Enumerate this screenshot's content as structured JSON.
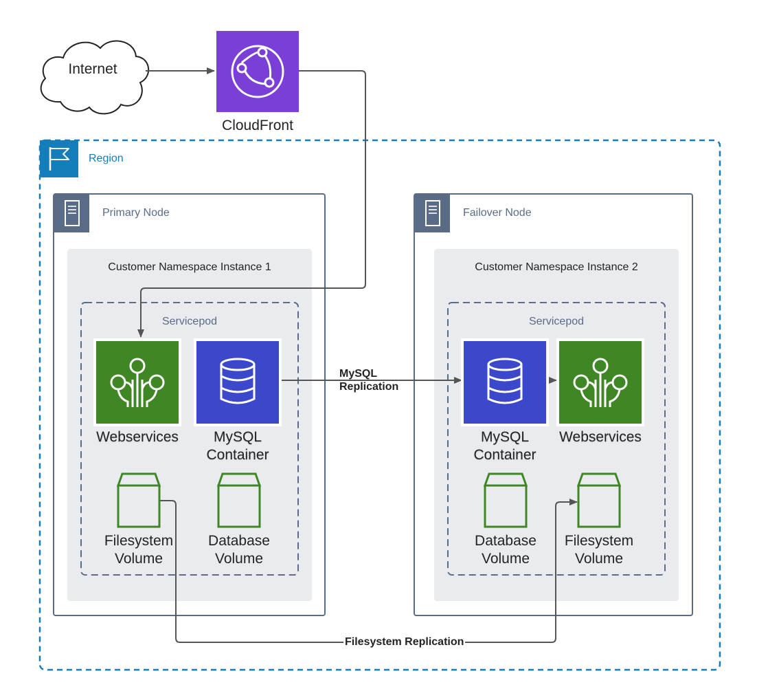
{
  "internet": {
    "label": "Internet"
  },
  "cloudfront": {
    "label": "CloudFront",
    "color": "#7a3fd6"
  },
  "region": {
    "label": "Region",
    "color": "#147eba"
  },
  "primary_node": {
    "label": "Primary Node",
    "namespace": "Customer Namespace Instance 1",
    "servicepod": "Servicepod",
    "webservices": "Webservices",
    "mysql_line1": "MySQL",
    "mysql_line2": "Container",
    "fs_line1": "Filesystem",
    "fs_line2": "Volume",
    "db_line1": "Database",
    "db_line2": "Volume"
  },
  "failover_node": {
    "label": "Failover Node",
    "namespace": "Customer Namespace Instance 2",
    "servicepod": "Servicepod",
    "webservices": "Webservices",
    "mysql_line1": "MySQL",
    "mysql_line2": "Container",
    "fs_line1": "Filesystem",
    "fs_line2": "Volume",
    "db_line1": "Database",
    "db_line2": "Volume"
  },
  "mysql_replication": {
    "line1": "MySQL",
    "line2": "Replication"
  },
  "filesystem_replication": {
    "label": "Filesystem Replication"
  },
  "colors": {
    "node_border": "#5a6b86",
    "namespace_bg": "#e9ebef",
    "webservices_green": "#3f8624",
    "mysql_blue": "#3b48cc",
    "volume_green": "#3f8624",
    "arrow": "#555555"
  },
  "icons": {
    "internet": "cloud-icon",
    "cloudfront": "globe-network-icon",
    "region": "flag-icon",
    "node": "server-icon",
    "webservices": "circuit-icon",
    "mysql": "database-icon",
    "volume": "storage-box-icon"
  }
}
